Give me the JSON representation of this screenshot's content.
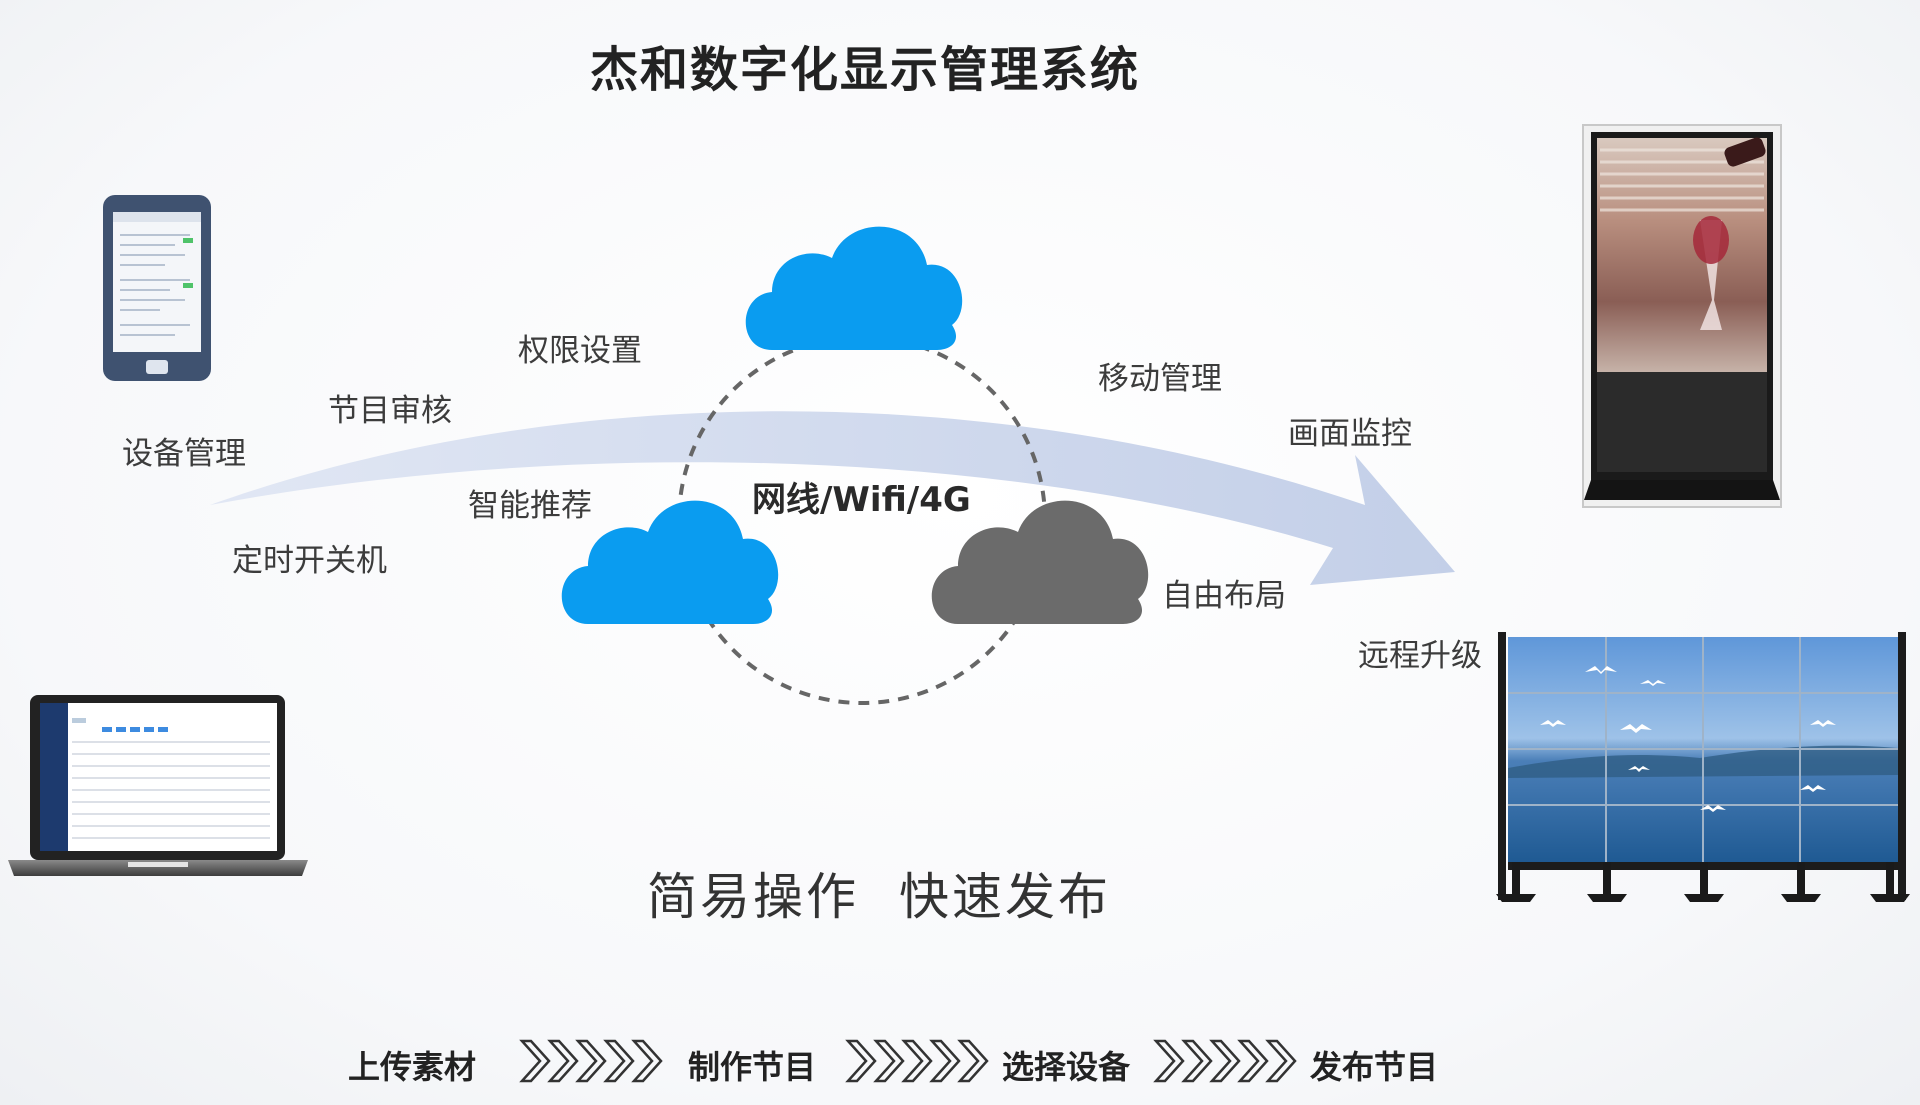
{
  "title": "杰和数字化显示管理系统",
  "features": {
    "permission": "权限设置",
    "program_review": "节目审核",
    "device_mgmt": "设备管理",
    "smart_recommend": "智能推荐",
    "scheduled_power": "定时开关机",
    "mobile_mgmt": "移动管理",
    "screen_monitor": "画面监控",
    "free_layout": "自由布局",
    "remote_upgrade": "远程升级"
  },
  "network_label": "网线/Wifi/4G",
  "slogan": {
    "part1": "简易操作",
    "part2": "快速发布"
  },
  "workflow_steps": [
    "上传素材",
    "制作节目",
    "选择设备",
    "发布节目"
  ],
  "colors": {
    "cloud_blue": "#0a9cf0",
    "cloud_gray": "#6b6b6b",
    "arrow": "#c9d3ea",
    "dashed_circle": "#666666"
  },
  "icons": {
    "phone": "smartphone-icon",
    "laptop": "laptop-icon",
    "kiosk": "vertical-kiosk-display-icon",
    "video_wall": "video-wall-icon",
    "cloud": "cloud-icon",
    "chevrons": "chevron-right-icon"
  }
}
